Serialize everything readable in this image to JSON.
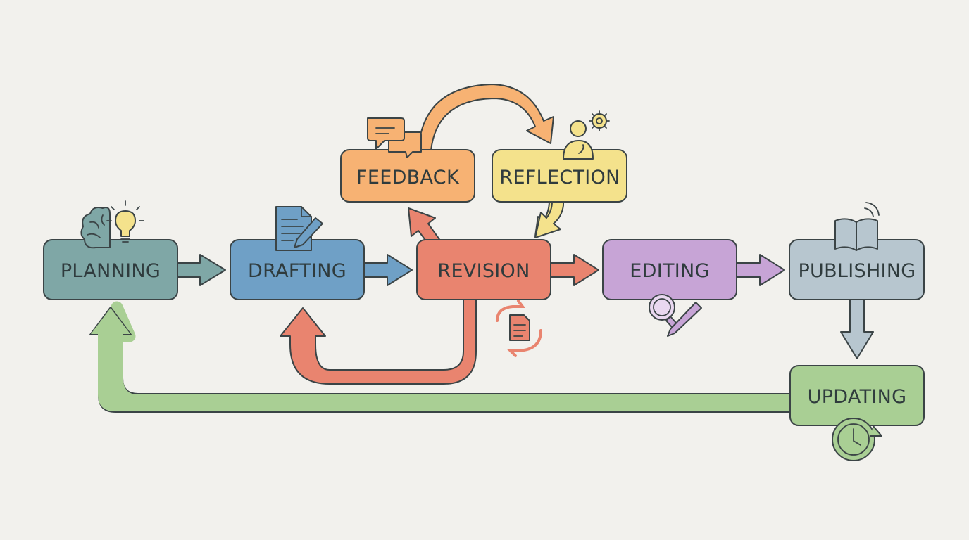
{
  "diagram": {
    "nodes": {
      "planning": {
        "label": "PLANNING",
        "color": "#7fa7a6",
        "icon": "brain-lightbulb-icon"
      },
      "drafting": {
        "label": "DRAFTING",
        "color": "#6fa0c6",
        "icon": "document-pencil-icon"
      },
      "revision": {
        "label": "REVISION",
        "color": "#e9846f",
        "icon": "document-cycle-icon"
      },
      "editing": {
        "label": "EDITING",
        "color": "#c7a4d6",
        "icon": "magnifier-pencil-icon"
      },
      "publishing": {
        "label": "PUBLISHING",
        "color": "#b7c6cf",
        "icon": "open-book-broadcast-icon"
      },
      "feedback": {
        "label": "FEEDBACK",
        "color": "#f7b273",
        "icon": "chat-bubbles-icon"
      },
      "reflection": {
        "label": "REFLECTION",
        "color": "#f4e28c",
        "icon": "thinking-person-gear-icon"
      },
      "updating": {
        "label": "UPDATING",
        "color": "#a9cf94",
        "icon": "clock-refresh-icon"
      }
    },
    "edges": [
      {
        "from": "planning",
        "to": "drafting"
      },
      {
        "from": "drafting",
        "to": "revision"
      },
      {
        "from": "revision",
        "to": "editing"
      },
      {
        "from": "editing",
        "to": "publishing"
      },
      {
        "from": "publishing",
        "to": "updating"
      },
      {
        "from": "updating",
        "to": "planning"
      },
      {
        "from": "revision",
        "to": "drafting"
      },
      {
        "from": "revision",
        "to": "feedback"
      },
      {
        "from": "feedback",
        "to": "reflection"
      },
      {
        "from": "reflection",
        "to": "revision"
      }
    ]
  }
}
